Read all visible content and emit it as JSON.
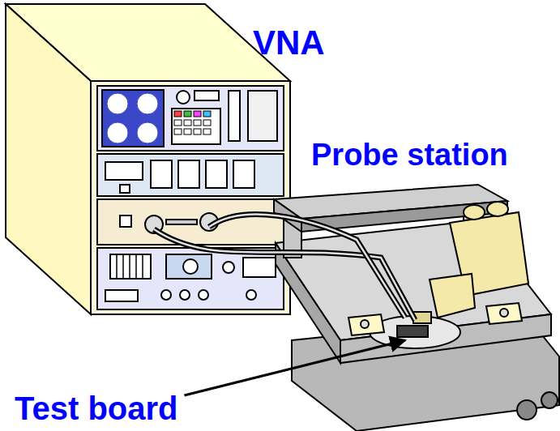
{
  "diagram": {
    "labels": [
      "VNA",
      "Probe station",
      "Test board"
    ]
  }
}
